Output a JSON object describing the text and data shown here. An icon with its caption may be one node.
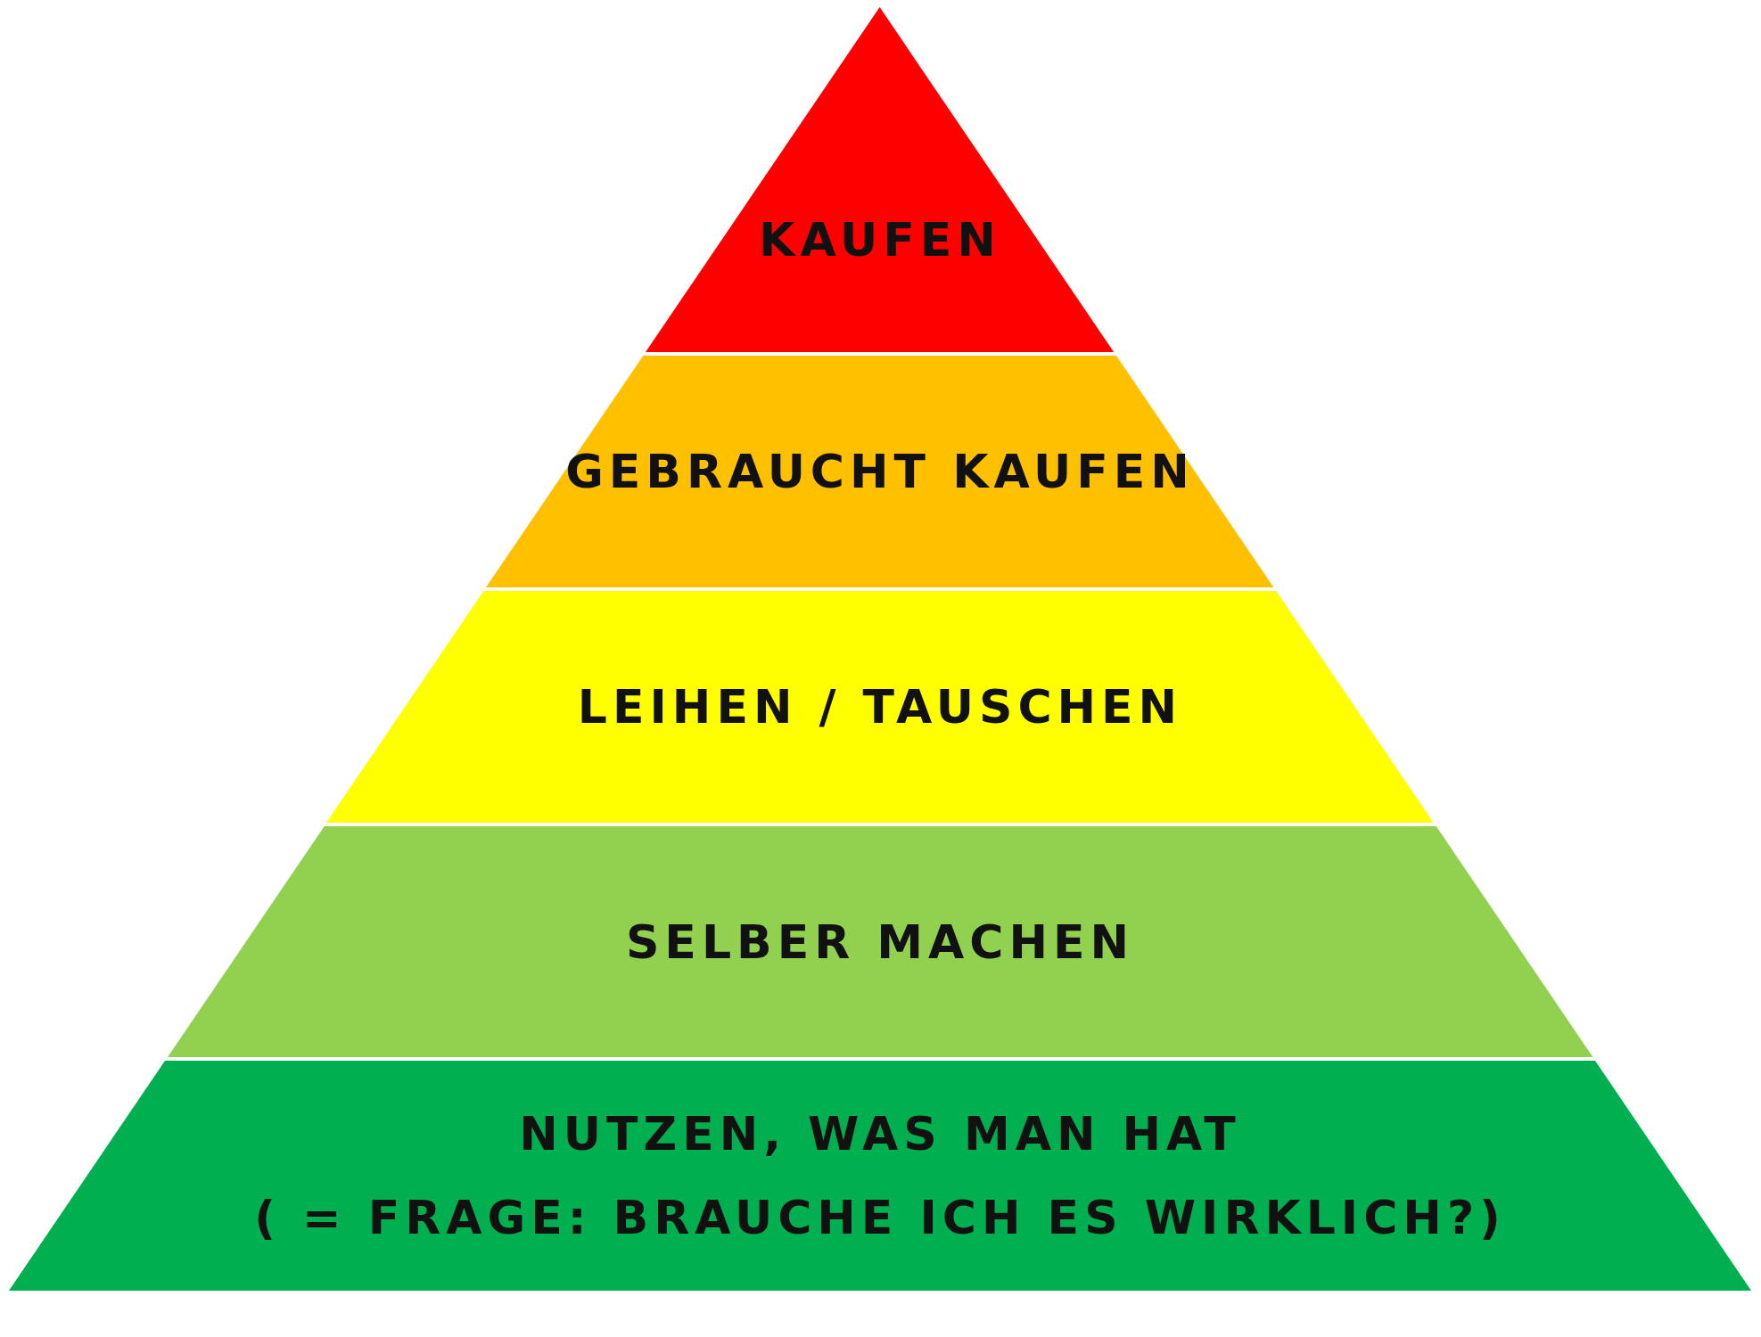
{
  "diagram": {
    "nodes": [
      {
        "text": [
          "KAUFEN"
        ]
      },
      {
        "text": [
          "GEBRAUCHT KAUFEN"
        ]
      },
      {
        "text": [
          "LEIHEN / TAUSCHEN"
        ]
      },
      {
        "text": [
          "SELBER MACHEN"
        ]
      },
      {
        "text": [
          "NUTZEN, WAS MAN HAT",
          "( = FRAGE: BRAUCHE ICH ES WIRKLICH?)"
        ]
      }
    ]
  }
}
